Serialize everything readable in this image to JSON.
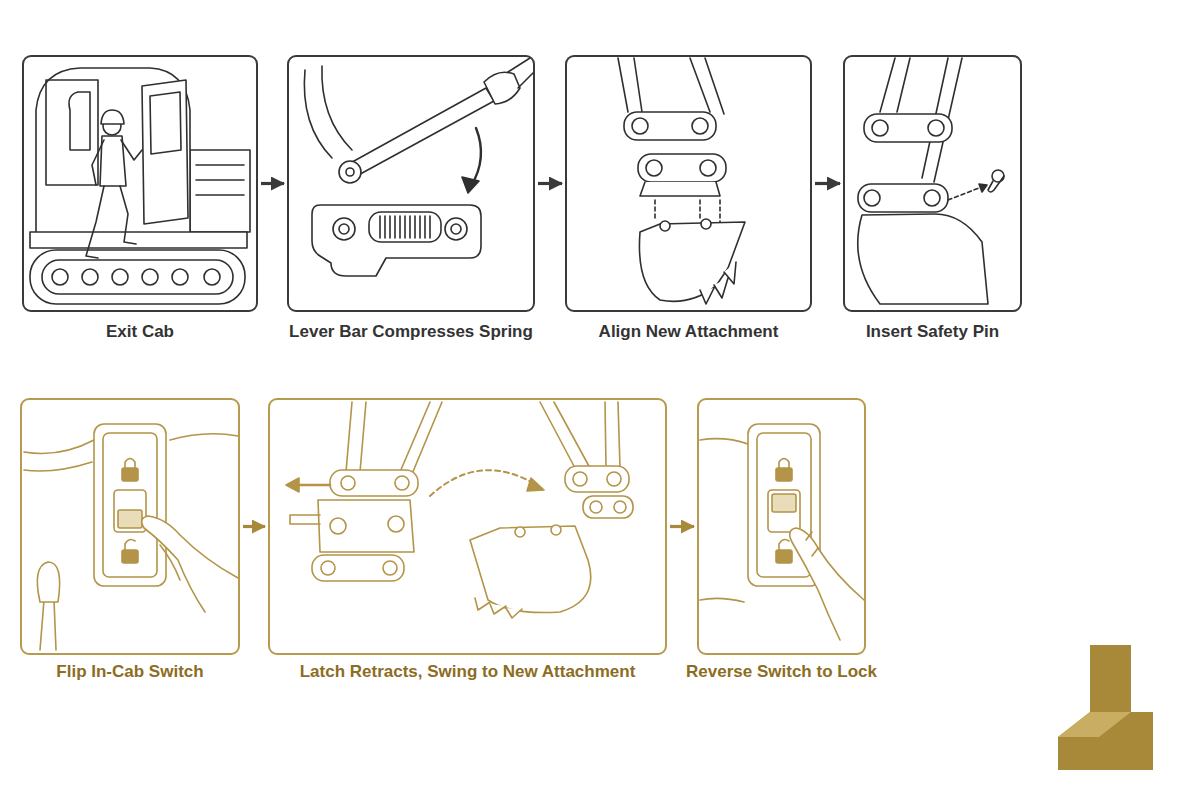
{
  "diagram": {
    "nodes": [
      {
        "text": [
          "Exit Cab"
        ]
      },
      {
        "text": [
          "Lever Bar Compresses Spring"
        ]
      },
      {
        "text": [
          "Align New Attachment"
        ]
      },
      {
        "text": [
          "Insert Safety Pin"
        ]
      },
      {
        "text": [
          "Flip In-Cab Switch"
        ]
      },
      {
        "text": [
          "Latch Retracts, Swing to New Attachment"
        ]
      },
      {
        "text": [
          "Reverse Switch to Lock"
        ]
      }
    ],
    "edges": [
      {
        "from": 0,
        "to": 1,
        "arrow": "to"
      },
      {
        "from": 1,
        "to": 2,
        "arrow": "to"
      },
      {
        "from": 2,
        "to": 3,
        "arrow": "to"
      },
      {
        "from": 4,
        "to": 5,
        "arrow": "to"
      },
      {
        "from": 5,
        "to": 6,
        "arrow": "to"
      }
    ]
  }
}
